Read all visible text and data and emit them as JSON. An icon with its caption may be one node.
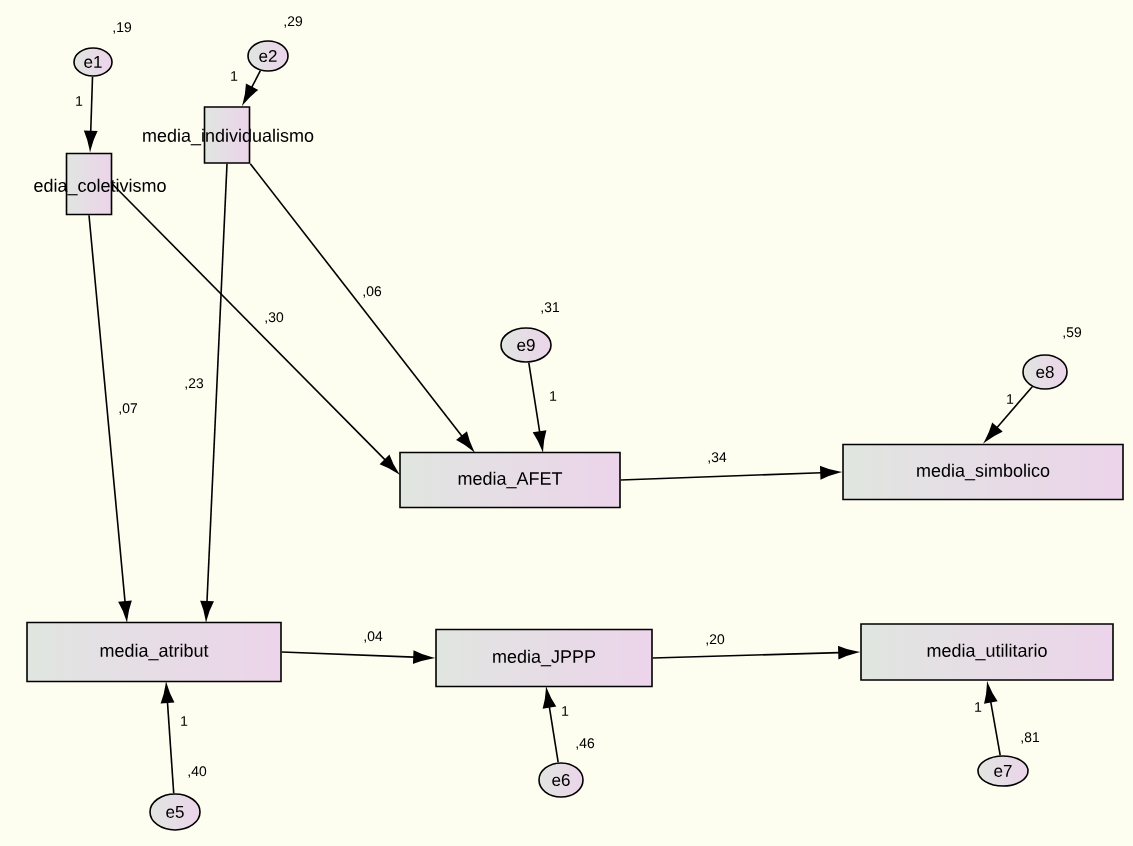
{
  "diagram": {
    "nodes": [
      {
        "text": [
          "e1"
        ],
        "beside": [
          ",19"
        ]
      },
      {
        "text": [
          "e2"
        ],
        "beside": [
          ",29"
        ]
      },
      {
        "text": [
          "media_individualismo"
        ]
      },
      {
        "text": [
          "edia_coletivismo"
        ]
      },
      {
        "text": [
          "e9"
        ],
        "beside": [
          ",31"
        ]
      },
      {
        "text": [
          "e8"
        ],
        "beside": [
          ",59"
        ]
      },
      {
        "text": [
          "media_AFET"
        ]
      },
      {
        "text": [
          "media_simbolico"
        ]
      },
      {
        "text": [
          "media_atribut"
        ]
      },
      {
        "text": [
          "media_JPPP"
        ]
      },
      {
        "text": [
          "media_utilitario"
        ]
      },
      {
        "text": [
          "e5"
        ],
        "beside": [
          ",40"
        ]
      },
      {
        "text": [
          "e6"
        ],
        "beside": [
          ",46"
        ]
      },
      {
        "text": [
          "e7"
        ],
        "beside": [
          ",81"
        ]
      }
    ],
    "edges": [
      {
        "from": 0,
        "to": 3,
        "arrow": "to",
        "label": "1"
      },
      {
        "from": 1,
        "to": 2,
        "arrow": "to",
        "label": "1"
      },
      {
        "from": 3,
        "to": 6,
        "arrow": "to",
        "label": ",30"
      },
      {
        "from": 2,
        "to": 6,
        "arrow": "to",
        "label": ",06"
      },
      {
        "from": 3,
        "to": 8,
        "arrow": "to",
        "label": ",07"
      },
      {
        "from": 2,
        "to": 8,
        "arrow": "to",
        "label": ",23"
      },
      {
        "from": 4,
        "to": 6,
        "arrow": "to",
        "label": "1"
      },
      {
        "from": 5,
        "to": 7,
        "arrow": "to",
        "label": "1"
      },
      {
        "from": 6,
        "to": 7,
        "arrow": "to",
        "label": ",34"
      },
      {
        "from": 8,
        "to": 9,
        "arrow": "to",
        "label": ",04"
      },
      {
        "from": 9,
        "to": 10,
        "arrow": "to",
        "label": ",20"
      },
      {
        "from": 11,
        "to": 8,
        "arrow": "to",
        "label": "1"
      },
      {
        "from": 12,
        "to": 9,
        "arrow": "to",
        "label": "1"
      },
      {
        "from": 13,
        "to": 10,
        "arrow": "to",
        "label": "1"
      }
    ]
  }
}
